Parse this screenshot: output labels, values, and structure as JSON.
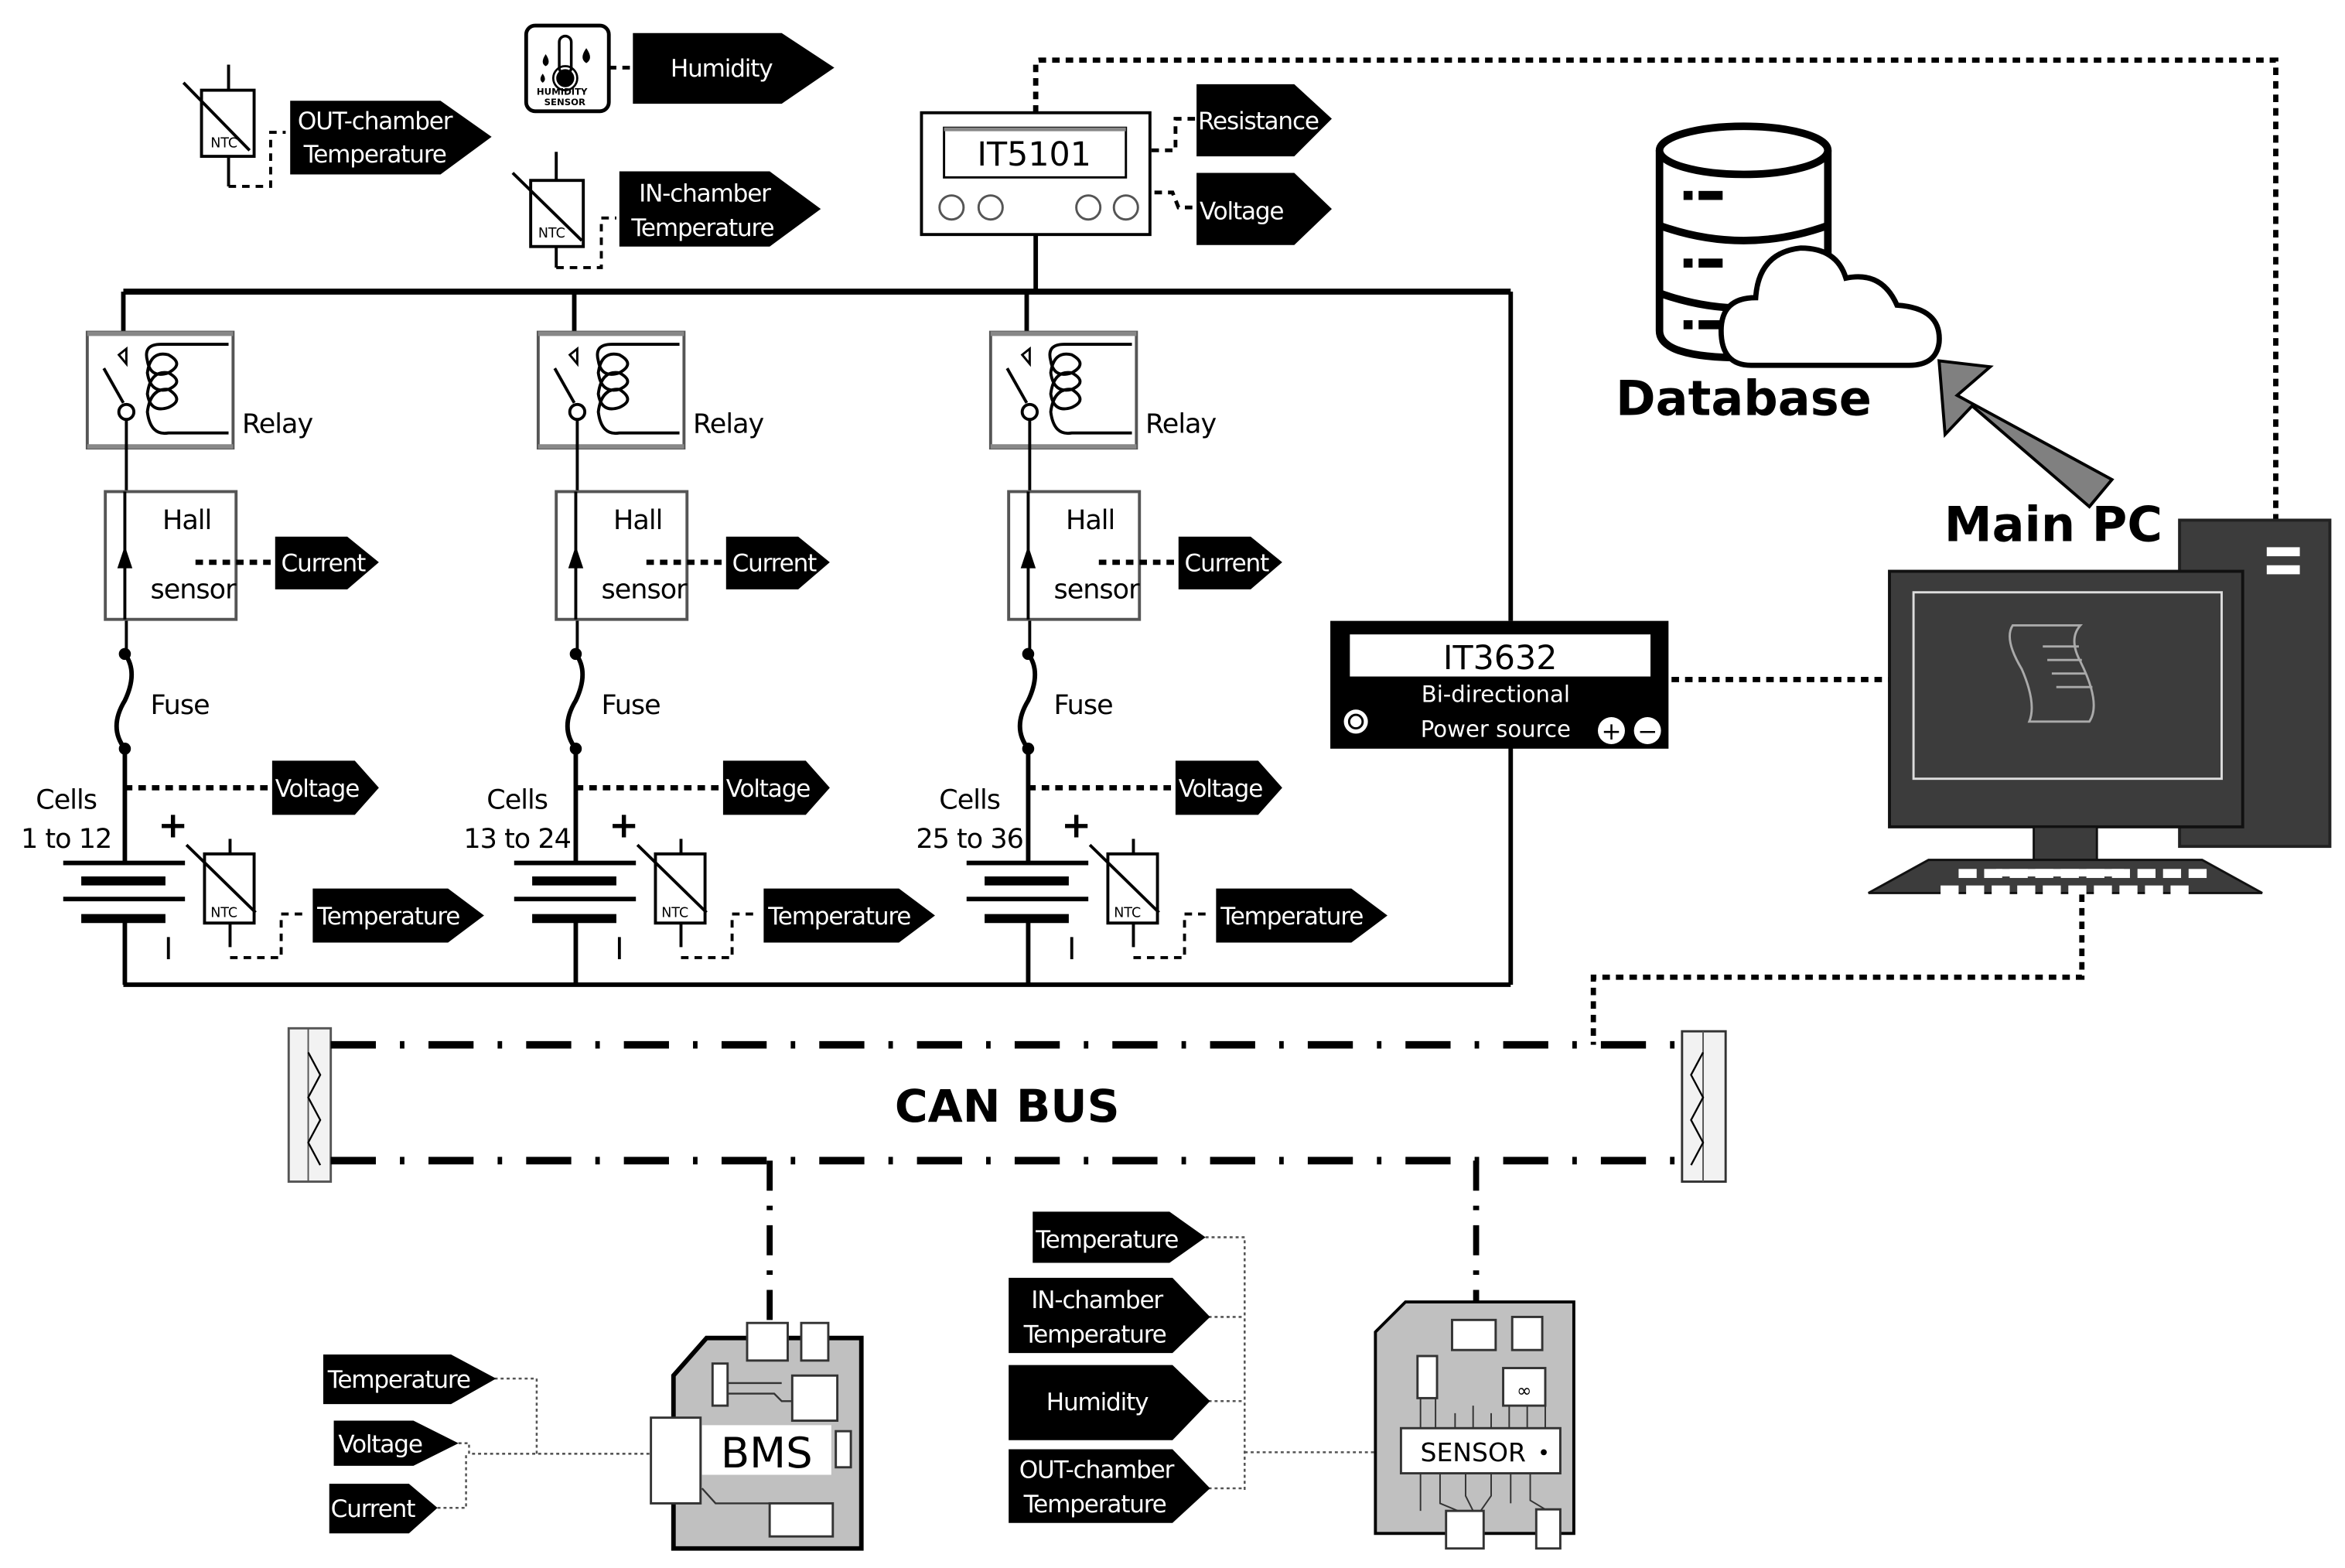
{
  "diagram": {
    "title": "Battery test bench architecture",
    "environment": {
      "out_chamber": {
        "sensor": "NTC",
        "tag": [
          "OUT-chamber",
          "Temperature"
        ]
      },
      "humidity": {
        "sensor_caption": [
          "HUMIDITY",
          "SENSOR"
        ],
        "tag": "Humidity"
      },
      "in_chamber": {
        "sensor": "NTC",
        "tag": [
          "IN-chamber",
          "Temperature"
        ]
      }
    },
    "multimeter": {
      "model": "IT5101",
      "outputs": [
        "Resistance",
        "Voltage"
      ]
    },
    "power_source": {
      "model": "IT3632",
      "desc": [
        "Bi-directional",
        "Power source"
      ],
      "plus": "+",
      "minus": "−"
    },
    "branches": [
      {
        "relay": "Relay",
        "hall": [
          "Hall",
          "sensor"
        ],
        "current": "Current",
        "fuse": "Fuse",
        "cells": [
          "Cells",
          "1 to 12"
        ],
        "voltage": "Voltage",
        "ntc": "NTC",
        "temperature": "Temperature",
        "plus": "+",
        "minus": "I"
      },
      {
        "relay": "Relay",
        "hall": [
          "Hall",
          "sensor"
        ],
        "current": "Current",
        "fuse": "Fuse",
        "cells": [
          "Cells",
          "13 to 24"
        ],
        "voltage": "Voltage",
        "ntc": "NTC",
        "temperature": "Temperature",
        "plus": "+",
        "minus": "I"
      },
      {
        "relay": "Relay",
        "hall": [
          "Hall",
          "sensor"
        ],
        "current": "Current",
        "fuse": "Fuse",
        "cells": [
          "Cells",
          "25 to 36"
        ],
        "voltage": "Voltage",
        "ntc": "NTC",
        "temperature": "Temperature",
        "plus": "+",
        "minus": "I"
      }
    ],
    "database": {
      "label": "Database"
    },
    "main_pc": {
      "label": "Main PC"
    },
    "can_bus": {
      "label": "CAN BUS"
    },
    "bms": {
      "label": "BMS",
      "inputs": [
        "Temperature",
        "Voltage",
        "Current"
      ]
    },
    "sensor_board": {
      "label": "SENSOR",
      "inputs": [
        "Temperature",
        [
          "IN-chamber",
          "Temperature"
        ],
        "Humidity",
        [
          "OUT-chamber",
          "Temperature"
        ]
      ]
    },
    "colors": {
      "tag_bg": "#000000",
      "tag_text": "#ffffff",
      "pc_body": "#3c3c3c",
      "board": "#c0c0c0",
      "arrow": "#808080"
    }
  }
}
